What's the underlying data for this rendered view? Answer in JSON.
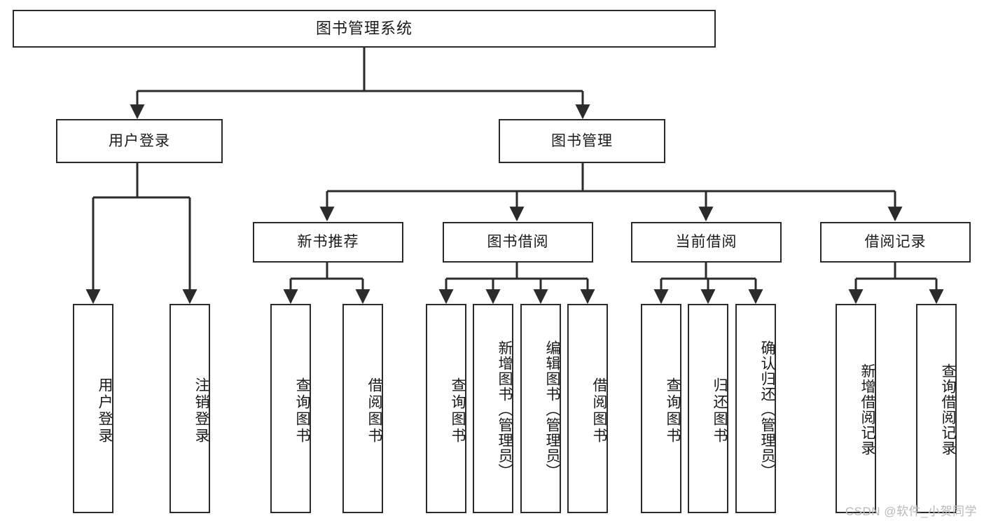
{
  "diagram": {
    "title": "图书管理系统",
    "type": "functional-structure-tree",
    "root": {
      "label": "图书管理系统"
    },
    "level2": [
      {
        "label": "用户登录"
      },
      {
        "label": "图书管理"
      }
    ],
    "level3": [
      {
        "label": "新书推荐",
        "parent": "图书管理"
      },
      {
        "label": "图书借阅",
        "parent": "图书管理"
      },
      {
        "label": "当前借阅",
        "parent": "图书管理"
      },
      {
        "label": "借阅记录",
        "parent": "图书管理"
      }
    ],
    "leaves": {
      "user_login": [
        {
          "label": "用户登录"
        },
        {
          "label": "注销登录"
        }
      ],
      "new_book_recommend": [
        {
          "label": "查询图书"
        },
        {
          "label": "借阅图书"
        }
      ],
      "book_borrow": [
        {
          "label": "查询图书"
        },
        {
          "label": "新增图书（管理员）"
        },
        {
          "label": "编辑图书（管理员）"
        },
        {
          "label": "借阅图书"
        }
      ],
      "current_borrow": [
        {
          "label": "查询图书"
        },
        {
          "label": "归还图书"
        },
        {
          "label": "确认归还（管理员）"
        }
      ],
      "borrow_record": [
        {
          "label": "新增借阅记录"
        },
        {
          "label": "查询借阅记录"
        }
      ]
    }
  },
  "watermark": {
    "text": "CSDN @软件_小贺同学"
  },
  "colors": {
    "stroke": "#2b2b2b",
    "background": "#ffffff",
    "text": "#1a1a1a",
    "watermark": "#b9b9b9"
  }
}
